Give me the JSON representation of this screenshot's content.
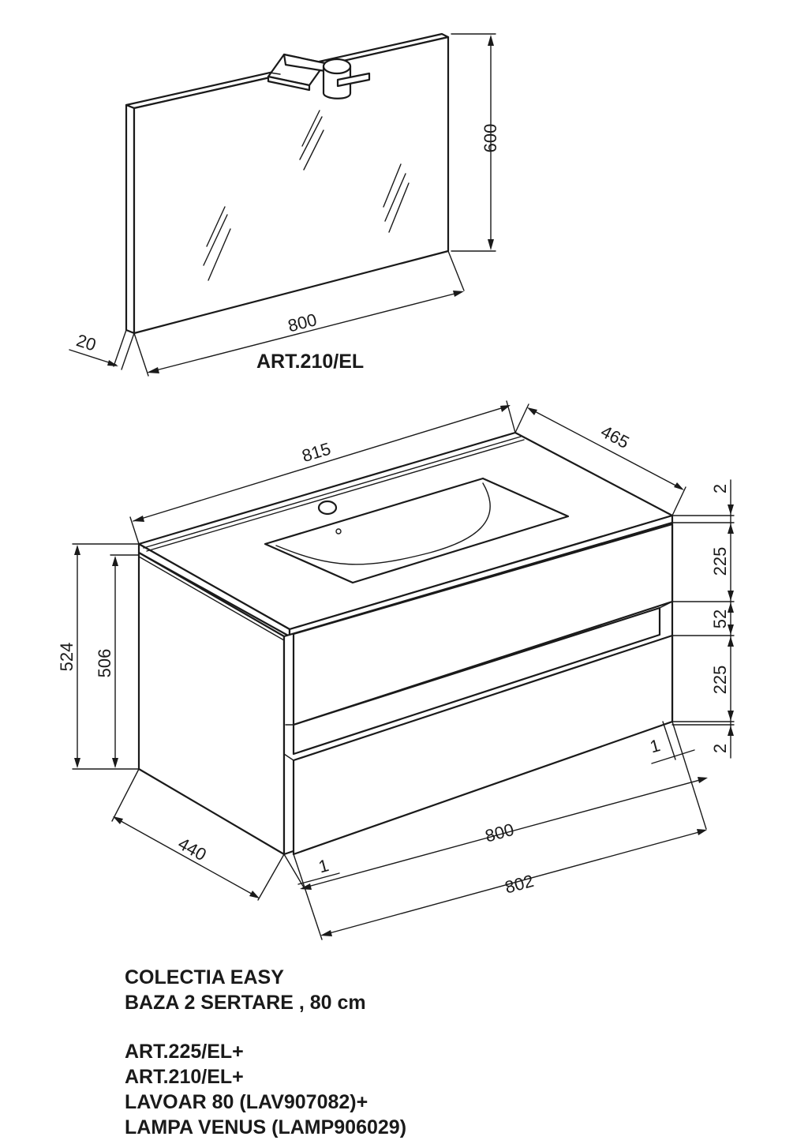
{
  "mirror": {
    "article": "ART.210/EL",
    "dimensions": {
      "height": "600",
      "width": "800",
      "depth": "20"
    }
  },
  "cabinet": {
    "dimensions": {
      "top_width": "815",
      "top_depth": "465",
      "total_height": "524",
      "body_height": "506",
      "body_depth": "440",
      "drawer_front_width": "800",
      "total_width": "802",
      "gap_left": "1",
      "gap_right": "1",
      "top_gap": "2",
      "drawer_upper": "225",
      "drawer_gap": "52",
      "drawer_lower": "225",
      "bottom_gap": "2"
    }
  },
  "notes": {
    "collection": "COLECTIA EASY",
    "description": "BAZA  2 SERTARE , 80 cm",
    "items": [
      "ART.225/EL+",
      "ART.210/EL+",
      "LAVOAR 80 (LAV907082)+",
      "LAMPA VENUS (LAMP906029)"
    ]
  }
}
